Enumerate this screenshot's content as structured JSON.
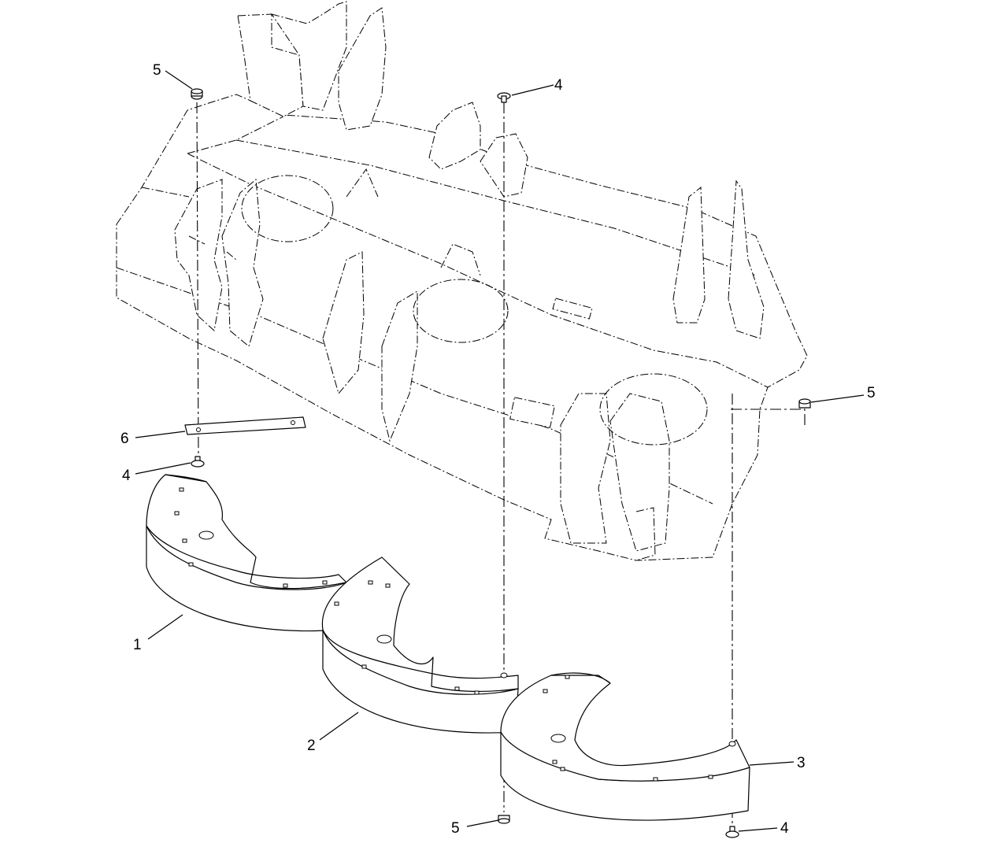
{
  "callouts": [
    {
      "id": "c5a",
      "label": "5"
    },
    {
      "id": "c4a",
      "label": "4"
    },
    {
      "id": "c5b",
      "label": "5"
    },
    {
      "id": "c6",
      "label": "6"
    },
    {
      "id": "c4b",
      "label": "4"
    },
    {
      "id": "c1",
      "label": "1"
    },
    {
      "id": "c2",
      "label": "2"
    },
    {
      "id": "c3",
      "label": "3"
    },
    {
      "id": "c5c",
      "label": "5"
    },
    {
      "id": "c4c",
      "label": "4"
    }
  ]
}
